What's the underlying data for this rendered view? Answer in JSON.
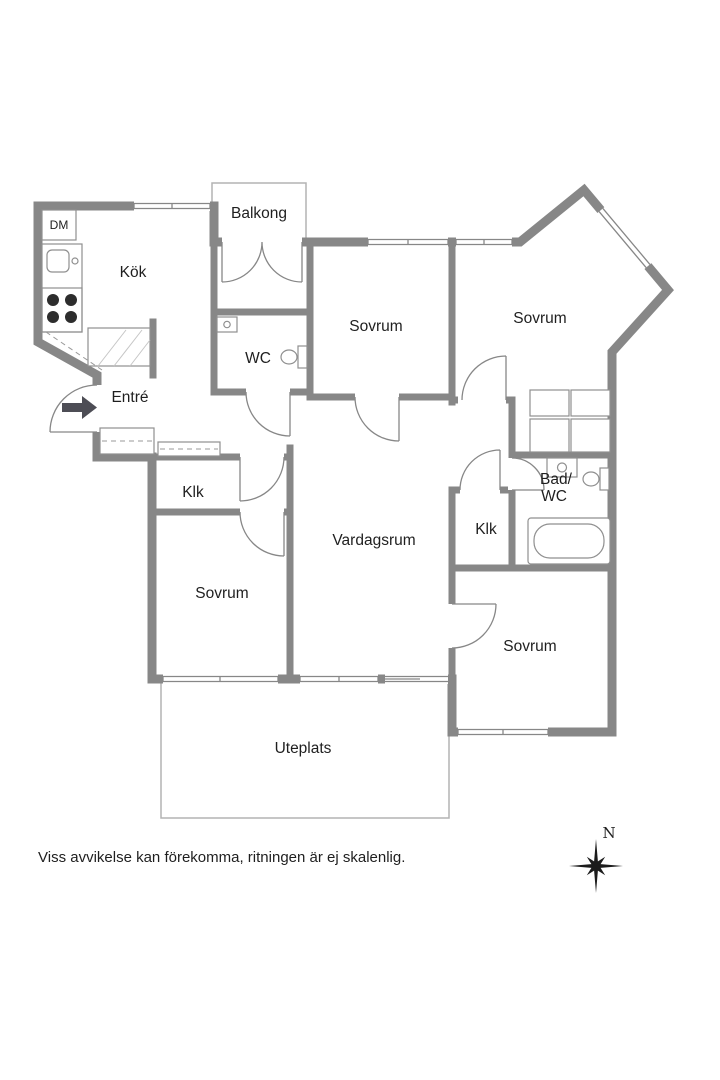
{
  "rooms": {
    "dm": "DM",
    "kok": "Kök",
    "balkong": "Balkong",
    "sovrum_nw": "Sovrum",
    "sovrum_ne": "Sovrum",
    "wc": "WC",
    "entre": "Entré",
    "klk_vast": "Klk",
    "vardagsrum": "Vardagsrum",
    "klk_ost": "Klk",
    "bad_wc": {
      "line1": "Bad/",
      "line2": "WC"
    },
    "sovrum_sv": "Sovrum",
    "sovrum_so": "Sovrum",
    "uteplats": "Uteplats"
  },
  "compass": {
    "north_label": "N"
  },
  "footer": {
    "disclaimer": "Viss avvikelse kan förekomma, ritningen är ej skalenlig."
  },
  "colors": {
    "wall": "#878787",
    "thin_outline": "#b3b3b3",
    "text": "#1f1f1f",
    "entrance_arrow": "#4d4d55"
  }
}
